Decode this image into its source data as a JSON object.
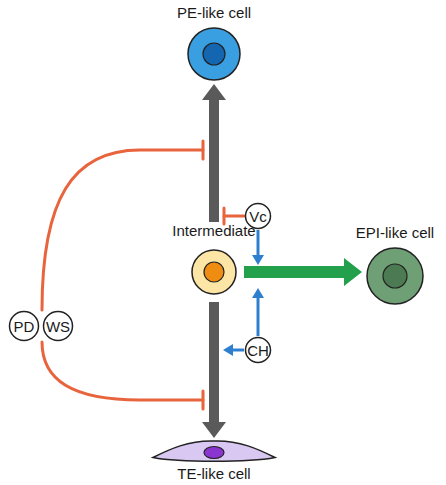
{
  "diagram": {
    "nodes": [
      {
        "text": [
          "PE-like cell"
        ]
      },
      {
        "text": [
          "Intermediate"
        ]
      },
      {
        "text": [
          "Vc"
        ]
      },
      {
        "text": [
          "EPI-like cell"
        ]
      },
      {
        "text": [
          "PD"
        ]
      },
      {
        "text": [
          "WS"
        ]
      },
      {
        "text": [
          "CH"
        ]
      },
      {
        "text": [
          "TE-like cell"
        ]
      }
    ],
    "edges": [
      {
        "from": 1,
        "to": 0,
        "arrow": "to"
      },
      {
        "from": 1,
        "to": 3,
        "arrow": "to"
      },
      {
        "from": 1,
        "to": 7,
        "arrow": "to"
      }
    ]
  }
}
